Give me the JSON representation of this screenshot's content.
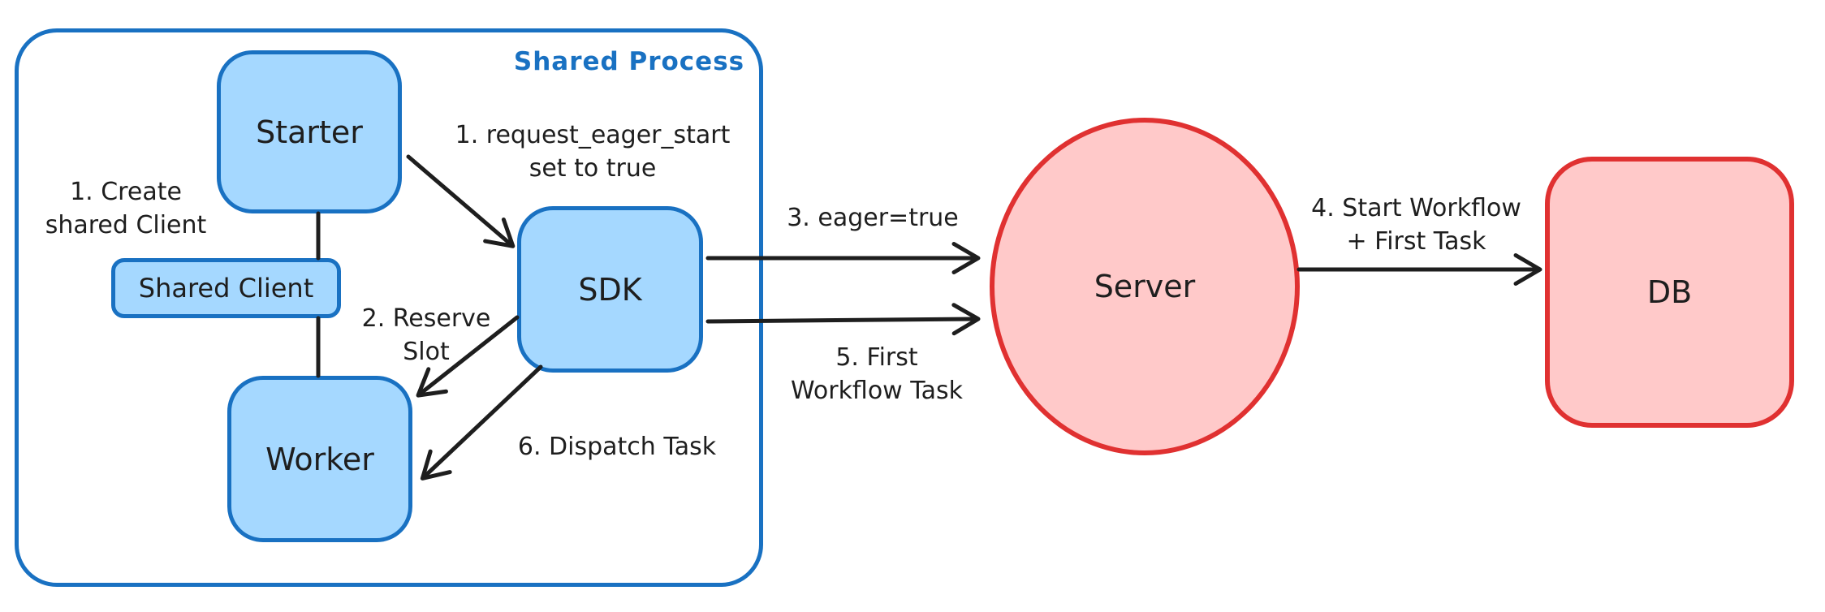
{
  "diagram": {
    "container": {
      "label": "Shared Process"
    },
    "nodes": {
      "starter": "Starter",
      "shared_client": "Shared Client",
      "worker": "Worker",
      "sdk": "SDK",
      "server": "Server",
      "db": "DB"
    },
    "annotations": {
      "create_client": "1. Create\nshared Client",
      "request_eager_start": "1. request_eager_start\nset to true",
      "reserve_slot": "2. Reserve\nSlot",
      "eager_true": "3. eager=true",
      "start_workflow": "4. Start Workflow\n+ First Task",
      "first_workflow_task": "5. First\nWorkflow Task",
      "dispatch_task": "6. Dispatch Task"
    },
    "colors": {
      "blue_stroke": "#1971c2",
      "blue_fill": "#a5d8ff",
      "red_stroke": "#e03131",
      "red_fill": "#ffc9c9",
      "ink": "#1e1e1e",
      "background": "#ffffff"
    }
  }
}
